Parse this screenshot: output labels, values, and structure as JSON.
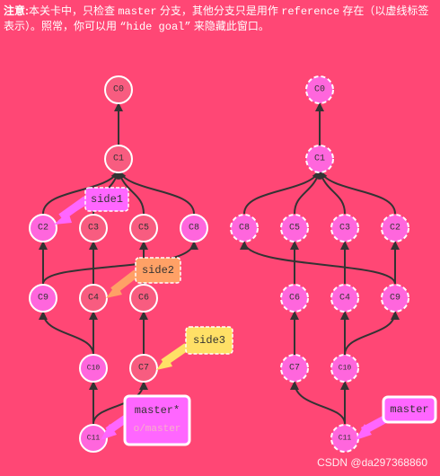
{
  "note": {
    "prefix": "注意:",
    "t1": "本关卡中，只检查 ",
    "c1": "master",
    "t2": " 分支，其他分支只是用作 ",
    "c2": "reference",
    "t3": " 存在（以虚线标签表示）。照常，你可以用 ",
    "c3": "“hide goal”",
    "t4": " 来隐藏此窗口。"
  },
  "left_tree": {
    "commits": [
      "C0",
      "C1",
      "C2",
      "C3",
      "C5",
      "C8",
      "C9",
      "C4",
      "C6",
      "C10",
      "C7",
      "C11"
    ],
    "branches": [
      {
        "name": "side1",
        "color": "#ff66ff"
      },
      {
        "name": "side2",
        "color": "#ffa166"
      },
      {
        "name": "side3",
        "color": "#ffe066"
      },
      {
        "name": "master*",
        "sub": "o/master",
        "color": "#ff66ff"
      }
    ]
  },
  "right_tree": {
    "commits": [
      "C0",
      "C1",
      "C8",
      "C5",
      "C3",
      "C2",
      "C6",
      "C4",
      "C9",
      "C7",
      "C10",
      "C11"
    ],
    "branches": [
      {
        "name": "master",
        "color": "#ff66ff"
      }
    ]
  },
  "colors": {
    "background": "#ff4775",
    "commit_fill": "#f85c80",
    "commit_pink": "#ff66dd",
    "edge": "#333333"
  },
  "watermark": "CSDN @da297368860"
}
